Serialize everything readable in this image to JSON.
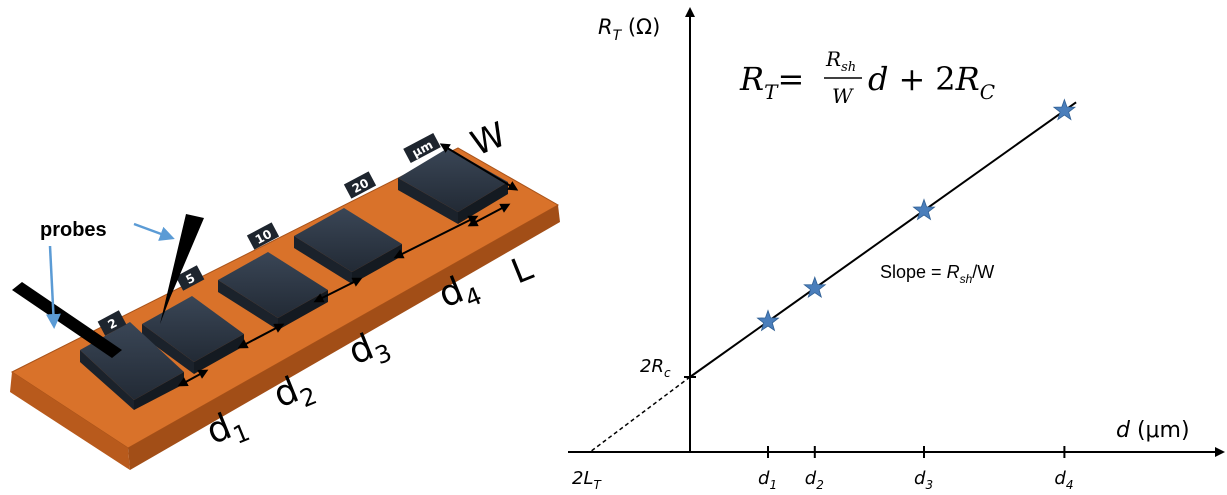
{
  "structure": {
    "probes_label": "probes",
    "pad_labels": [
      "2",
      "5",
      "10",
      "20",
      "μm"
    ],
    "width_label": "W",
    "length_label": "L",
    "distance_labels": [
      {
        "base": "d",
        "sub": "1"
      },
      {
        "base": "d",
        "sub": "2"
      },
      {
        "base": "d",
        "sub": "3"
      },
      {
        "base": "d",
        "sub": "4"
      }
    ],
    "colors": {
      "substrate": "#d9722a",
      "pad": "#2b3542",
      "probe": "#000000",
      "arrow": "#5b9bd5"
    }
  },
  "chart_data": {
    "type": "scatter",
    "ylabel": {
      "base": "R",
      "sub": "T",
      "unit": " (Ω)"
    },
    "xlabel": {
      "base": "d",
      "unit": " (μm)"
    },
    "equation": {
      "lhs_base": "R",
      "lhs_sub": "T",
      "eq": "=",
      "num_base": "R",
      "num_sub": "sh",
      "den": "W",
      "var": "d",
      "plus": "+",
      "coef": "2",
      "rc_base": "R",
      "rc_sub": "C"
    },
    "slope": {
      "prefix": "Slope = ",
      "base": "R",
      "sub": "sh",
      "suffix": "/W"
    },
    "intercept_label": {
      "base": "2R",
      "sub": "c"
    },
    "x_intercept_label": {
      "base": "2L",
      "sub": "T"
    },
    "x_ticks": [
      {
        "base": "d",
        "sub": "1"
      },
      {
        "base": "d",
        "sub": "2"
      },
      {
        "base": "d",
        "sub": "3"
      },
      {
        "base": "d",
        "sub": "4"
      }
    ],
    "points": [
      {
        "x": 1,
        "y": 2
      },
      {
        "x": 1.6,
        "y": 2.6
      },
      {
        "x": 3,
        "y": 4.0
      },
      {
        "x": 4.8,
        "y": 5.8
      }
    ],
    "marker": "star",
    "marker_color": "#4a7ebb"
  }
}
